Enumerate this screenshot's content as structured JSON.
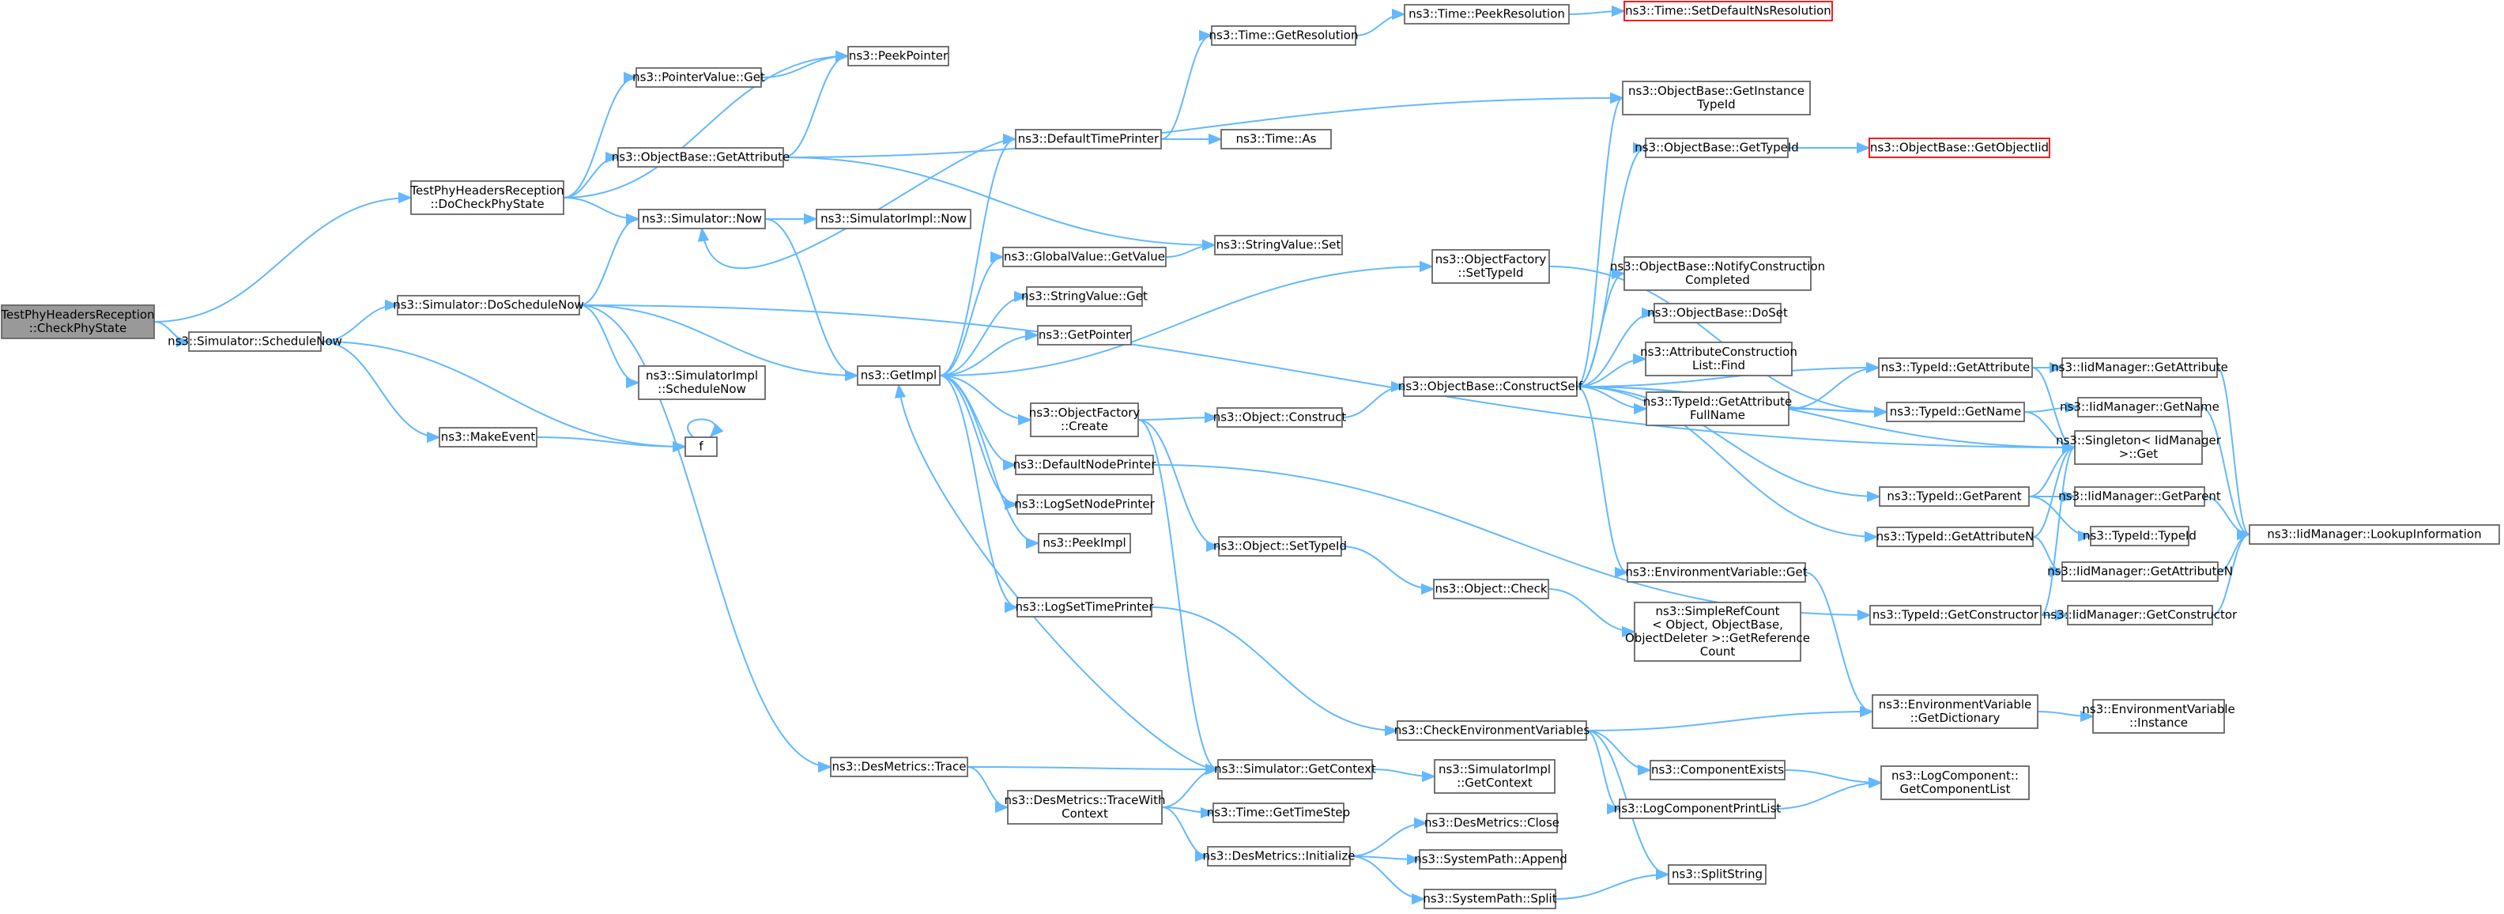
{
  "graph": {
    "nodes": [
      {
        "id": "n0",
        "lines": [
          "TestPhyHeadersReception",
          "::CheckPhyState"
        ],
        "style": "root"
      },
      {
        "id": "n1",
        "lines": [
          "TestPhyHeadersReception",
          "::DoCheckPhyState"
        ]
      },
      {
        "id": "n2",
        "lines": [
          "ns3::Simulator::ScheduleNow"
        ]
      },
      {
        "id": "n3",
        "lines": [
          "ns3::PointerValue::Get"
        ]
      },
      {
        "id": "n4",
        "lines": [
          "ns3::PeekPointer"
        ]
      },
      {
        "id": "n5",
        "lines": [
          "ns3::ObjectBase::GetAttribute"
        ]
      },
      {
        "id": "n6",
        "lines": [
          "ns3::Simulator::Now"
        ]
      },
      {
        "id": "n7",
        "lines": [
          "ns3::SimulatorImpl::Now"
        ]
      },
      {
        "id": "n8",
        "lines": [
          "ns3::Simulator::DoScheduleNow"
        ]
      },
      {
        "id": "n9",
        "lines": [
          "ns3::SimulatorImpl",
          "::ScheduleNow"
        ]
      },
      {
        "id": "n10",
        "lines": [
          "ns3::MakeEvent"
        ]
      },
      {
        "id": "n11",
        "lines": [
          "f"
        ]
      },
      {
        "id": "n12",
        "lines": [
          "ns3::DesMetrics::Trace"
        ]
      },
      {
        "id": "n13",
        "lines": [
          "ns3::DesMetrics::TraceWith",
          "Context"
        ]
      },
      {
        "id": "n14",
        "lines": [
          "ns3::Time::GetResolution"
        ]
      },
      {
        "id": "n15",
        "lines": [
          "ns3::Time::PeekResolution"
        ]
      },
      {
        "id": "n16",
        "lines": [
          "ns3::Time::SetDefaultNsResolution"
        ],
        "style": "red"
      },
      {
        "id": "n17",
        "lines": [
          "ns3::DefaultTimePrinter"
        ]
      },
      {
        "id": "n18",
        "lines": [
          "ns3::Time::As"
        ]
      },
      {
        "id": "n19",
        "lines": [
          "ns3::GlobalValue::GetValue"
        ]
      },
      {
        "id": "n20",
        "lines": [
          "ns3::StringValue::Set"
        ]
      },
      {
        "id": "n21",
        "lines": [
          "ns3::StringValue::Get"
        ]
      },
      {
        "id": "n22",
        "lines": [
          "ns3::GetPointer"
        ]
      },
      {
        "id": "n23",
        "lines": [
          "ns3::GetImpl"
        ]
      },
      {
        "id": "n24",
        "lines": [
          "ns3::ObjectFactory",
          "::Create"
        ]
      },
      {
        "id": "n25",
        "lines": [
          "ns3::DefaultNodePrinter"
        ]
      },
      {
        "id": "n26",
        "lines": [
          "ns3::LogSetNodePrinter"
        ]
      },
      {
        "id": "n27",
        "lines": [
          "ns3::PeekImpl"
        ]
      },
      {
        "id": "n28",
        "lines": [
          "ns3::LogSetTimePrinter"
        ]
      },
      {
        "id": "n29",
        "lines": [
          "ns3::Simulator::GetContext"
        ]
      },
      {
        "id": "n30",
        "lines": [
          "ns3::Time::GetTimeStep"
        ]
      },
      {
        "id": "n31",
        "lines": [
          "ns3::DesMetrics::Initialize"
        ]
      },
      {
        "id": "n32",
        "lines": [
          "ns3::Object::Construct"
        ]
      },
      {
        "id": "n33",
        "lines": [
          "ns3::Object::SetTypeId"
        ]
      },
      {
        "id": "n34",
        "lines": [
          "ns3::Object::Check"
        ]
      },
      {
        "id": "n35",
        "lines": [
          "ns3::ObjectFactory",
          "::SetTypeId"
        ]
      },
      {
        "id": "n36",
        "lines": [
          "ns3::ObjectBase::ConstructSelf"
        ]
      },
      {
        "id": "n37",
        "lines": [
          "ns3::CheckEnvironmentVariables"
        ]
      },
      {
        "id": "n38",
        "lines": [
          "ns3::SimulatorImpl",
          "::GetContext"
        ]
      },
      {
        "id": "n39",
        "lines": [
          "ns3::DesMetrics::Close"
        ]
      },
      {
        "id": "n40",
        "lines": [
          "ns3::SystemPath::Append"
        ]
      },
      {
        "id": "n41",
        "lines": [
          "ns3::SystemPath::Split"
        ]
      },
      {
        "id": "n42",
        "lines": [
          "ns3::ObjectBase::GetInstance",
          "TypeId"
        ]
      },
      {
        "id": "n43",
        "lines": [
          "ns3::ObjectBase::GetTypeId"
        ]
      },
      {
        "id": "n44",
        "lines": [
          "ns3::ObjectBase::GetObjectIid"
        ],
        "style": "red"
      },
      {
        "id": "n45",
        "lines": [
          "ns3::ObjectBase::NotifyConstruction",
          "Completed"
        ]
      },
      {
        "id": "n46",
        "lines": [
          "ns3::ObjectBase::DoSet"
        ]
      },
      {
        "id": "n47",
        "lines": [
          "ns3::AttributeConstruction",
          "List::Find"
        ]
      },
      {
        "id": "n48",
        "lines": [
          "ns3::TypeId::GetAttribute",
          "FullName"
        ]
      },
      {
        "id": "n49",
        "lines": [
          "ns3::EnvironmentVariable::Get"
        ]
      },
      {
        "id": "n50",
        "lines": [
          "ns3::SimpleRefCount",
          "< Object, ObjectBase,",
          "ObjectDeleter >::GetReference",
          "Count"
        ]
      },
      {
        "id": "n51",
        "lines": [
          "ns3::ComponentExists"
        ]
      },
      {
        "id": "n52",
        "lines": [
          "ns3::LogComponentPrintList"
        ]
      },
      {
        "id": "n53",
        "lines": [
          "ns3::SplitString"
        ]
      },
      {
        "id": "n54",
        "lines": [
          "ns3::TypeId::GetAttribute"
        ]
      },
      {
        "id": "n55",
        "lines": [
          "ns3::TypeId::GetName"
        ]
      },
      {
        "id": "n56",
        "lines": [
          "ns3::TypeId::GetParent"
        ]
      },
      {
        "id": "n57",
        "lines": [
          "ns3::TypeId::GetAttributeN"
        ]
      },
      {
        "id": "n58",
        "lines": [
          "ns3::TypeId::GetConstructor"
        ]
      },
      {
        "id": "n59",
        "lines": [
          "ns3::EnvironmentVariable",
          "::GetDictionary"
        ]
      },
      {
        "id": "n60",
        "lines": [
          "ns3::LogComponent::",
          "GetComponentList"
        ]
      },
      {
        "id": "n61",
        "lines": [
          "ns3::IidManager::GetAttribute"
        ]
      },
      {
        "id": "n62",
        "lines": [
          "ns3::IidManager::GetName"
        ]
      },
      {
        "id": "n63",
        "lines": [
          "ns3::Singleton< IidManager",
          ">::Get"
        ]
      },
      {
        "id": "n64",
        "lines": [
          "ns3::IidManager::GetParent"
        ]
      },
      {
        "id": "n65",
        "lines": [
          "ns3::TypeId::TypeId"
        ]
      },
      {
        "id": "n66",
        "lines": [
          "ns3::IidManager::GetAttributeN"
        ]
      },
      {
        "id": "n67",
        "lines": [
          "ns3::IidManager::GetConstructor"
        ]
      },
      {
        "id": "n68",
        "lines": [
          "ns3::IidManager::LookupInformation"
        ]
      },
      {
        "id": "n69",
        "lines": [
          "ns3::EnvironmentVariable",
          "::Instance"
        ]
      }
    ],
    "edges": [
      [
        "n0",
        "n1"
      ],
      [
        "n0",
        "n2"
      ],
      [
        "n1",
        "n3"
      ],
      [
        "n1",
        "n4"
      ],
      [
        "n1",
        "n5"
      ],
      [
        "n1",
        "n6"
      ],
      [
        "n3",
        "n4"
      ],
      [
        "n5",
        "n4"
      ],
      [
        "n5",
        "n42"
      ],
      [
        "n5",
        "n20"
      ],
      [
        "n6",
        "n7"
      ],
      [
        "n6",
        "n23"
      ],
      [
        "n2",
        "n8"
      ],
      [
        "n2",
        "n10"
      ],
      [
        "n2",
        "n11"
      ],
      [
        "n8",
        "n6"
      ],
      [
        "n8",
        "n9"
      ],
      [
        "n8",
        "n23"
      ],
      [
        "n8",
        "n12"
      ],
      [
        "n8",
        "n63"
      ],
      [
        "n10",
        "n11"
      ],
      [
        "n11",
        "n11"
      ],
      [
        "n12",
        "n29"
      ],
      [
        "n12",
        "n13"
      ],
      [
        "n13",
        "n29"
      ],
      [
        "n13",
        "n30"
      ],
      [
        "n13",
        "n31"
      ],
      [
        "n17",
        "n14"
      ],
      [
        "n17",
        "n18"
      ],
      [
        "n17",
        "n6"
      ],
      [
        "n14",
        "n15"
      ],
      [
        "n15",
        "n16"
      ],
      [
        "n19",
        "n20"
      ],
      [
        "n23",
        "n17"
      ],
      [
        "n23",
        "n19"
      ],
      [
        "n23",
        "n21"
      ],
      [
        "n23",
        "n22"
      ],
      [
        "n23",
        "n24"
      ],
      [
        "n23",
        "n25"
      ],
      [
        "n23",
        "n26"
      ],
      [
        "n23",
        "n27"
      ],
      [
        "n23",
        "n28"
      ],
      [
        "n23",
        "n35"
      ],
      [
        "n24",
        "n32"
      ],
      [
        "n24",
        "n33"
      ],
      [
        "n24",
        "n29"
      ],
      [
        "n25",
        "n58"
      ],
      [
        "n28",
        "n37"
      ],
      [
        "n29",
        "n23"
      ],
      [
        "n29",
        "n38"
      ],
      [
        "n31",
        "n39"
      ],
      [
        "n31",
        "n40"
      ],
      [
        "n31",
        "n41"
      ],
      [
        "n41",
        "n53"
      ],
      [
        "n32",
        "n36"
      ],
      [
        "n33",
        "n34"
      ],
      [
        "n34",
        "n50"
      ],
      [
        "n35",
        "n55"
      ],
      [
        "n36",
        "n42"
      ],
      [
        "n36",
        "n43"
      ],
      [
        "n36",
        "n45"
      ],
      [
        "n36",
        "n46"
      ],
      [
        "n36",
        "n47"
      ],
      [
        "n36",
        "n48"
      ],
      [
        "n36",
        "n54"
      ],
      [
        "n36",
        "n55"
      ],
      [
        "n36",
        "n56"
      ],
      [
        "n36",
        "n57"
      ],
      [
        "n36",
        "n49"
      ],
      [
        "n36",
        "n63"
      ],
      [
        "n43",
        "n44"
      ],
      [
        "n48",
        "n54"
      ],
      [
        "n48",
        "n55"
      ],
      [
        "n49",
        "n59"
      ],
      [
        "n37",
        "n59"
      ],
      [
        "n37",
        "n51"
      ],
      [
        "n37",
        "n52"
      ],
      [
        "n37",
        "n53"
      ],
      [
        "n51",
        "n60"
      ],
      [
        "n52",
        "n60"
      ],
      [
        "n59",
        "n69"
      ],
      [
        "n54",
        "n61"
      ],
      [
        "n54",
        "n63"
      ],
      [
        "n55",
        "n62"
      ],
      [
        "n55",
        "n63"
      ],
      [
        "n56",
        "n64"
      ],
      [
        "n56",
        "n65"
      ],
      [
        "n56",
        "n63"
      ],
      [
        "n57",
        "n66"
      ],
      [
        "n57",
        "n63"
      ],
      [
        "n58",
        "n67"
      ],
      [
        "n58",
        "n63"
      ],
      [
        "n61",
        "n68"
      ],
      [
        "n62",
        "n68"
      ],
      [
        "n64",
        "n68"
      ],
      [
        "n66",
        "n68"
      ],
      [
        "n67",
        "n68"
      ]
    ]
  }
}
